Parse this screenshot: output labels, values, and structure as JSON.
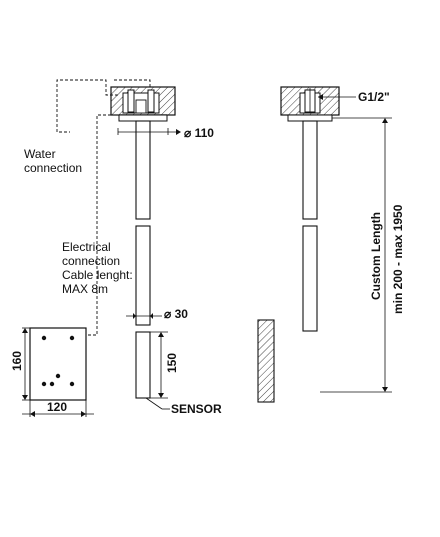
{
  "labels": {
    "water_connection": [
      "Water",
      "connection"
    ],
    "electrical_connection": [
      "Electrical",
      "connection",
      "Cable lenght:",
      "MAX 8m"
    ],
    "sensor": "SENSOR",
    "custom_length": [
      "Custom Length",
      "min 200 - max 1950"
    ]
  },
  "dimensions": {
    "diameter_top": "110",
    "diameter_pipe": "30",
    "box_width": "120",
    "box_height": "160",
    "bottom_section": "150",
    "thread": "G1/2\""
  },
  "icons": {
    "diameter_symbol": "diameter-icon"
  }
}
